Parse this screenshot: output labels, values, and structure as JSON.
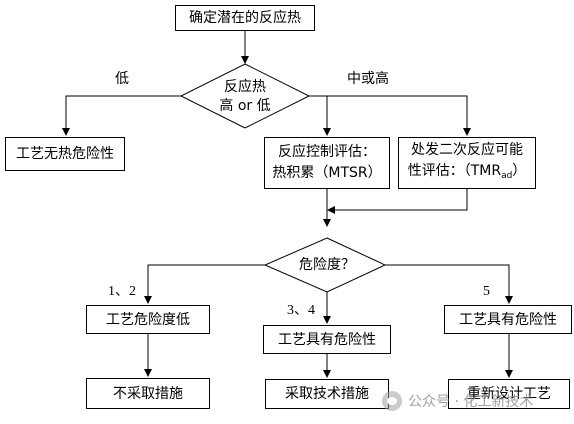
{
  "nodes": {
    "start": "确定潜在的反应热",
    "decision1_line1": "反应热",
    "decision1_line2": "高 or 低",
    "no_hazard": "工艺无热危险性",
    "mtsr_line1": "反应控制评估：",
    "mtsr_line2": "热积累（MTSR）",
    "tmr_line1": "处发二次反应可能",
    "tmr_line2": "性评估：（TMR",
    "tmr_subscript": "ad",
    "tmr_close": "）",
    "decision2": "危险度？",
    "low_hazard": "工艺危险度低",
    "mid_hazard": "工艺具有危险性",
    "high_hazard": "工艺具有危险性",
    "action_low": "不采取措施",
    "action_mid": "采取技术措施",
    "action_high": "重新设计工艺"
  },
  "edges": {
    "low": "低",
    "mid_high": "中或高",
    "class_1_2": "1、2",
    "class_3_4": "3、4",
    "class_5": "5"
  },
  "watermark": {
    "text": "公众号 · 化工新技术",
    "icon": "wechat-icon"
  },
  "colors": {
    "line": "#000000",
    "box_border": "#000000",
    "watermark": "#969696"
  }
}
